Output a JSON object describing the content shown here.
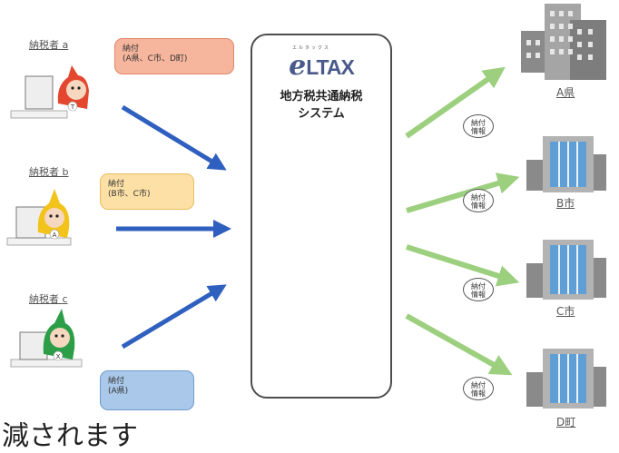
{
  "payers": [
    {
      "label": "納税者 a",
      "bubble": "納付\n(A県、C市、D町)",
      "color": "#e4472f"
    },
    {
      "label": "納税者 b",
      "bubble": "納付\n(B市、C市)",
      "color": "#f2c31a"
    },
    {
      "label": "納税者 c",
      "bubble": "納付\n(A県)",
      "color": "#2c9e48"
    }
  ],
  "system": {
    "logo_ruby": "エルタックス",
    "logo_e": "e",
    "logo_ltax": "LTAX",
    "title": "地方税共通納税\nシステム"
  },
  "info_label": "納付\n情報",
  "destinations": [
    {
      "label": "A県"
    },
    {
      "label": "B市"
    },
    {
      "label": "C市"
    },
    {
      "label": "D町"
    }
  ],
  "bottom_text": "減されます",
  "colors": {
    "inbound_arrow": "#2f5fbf",
    "outbound_arrow": "#9ccf7e",
    "building_glass": "#5f9fd6"
  }
}
